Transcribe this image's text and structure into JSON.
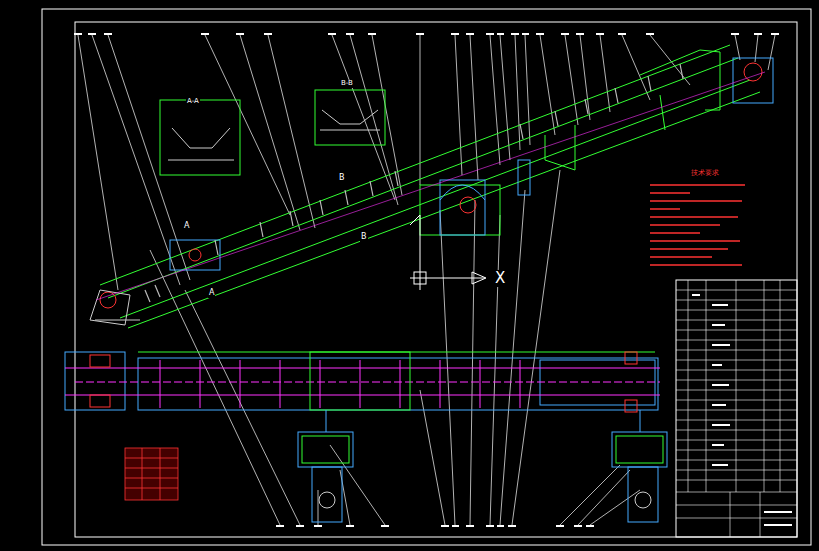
{
  "diagram": {
    "labels": [
      "A-A",
      "B-B",
      "A",
      "A",
      "B",
      "B",
      "X",
      "技术要求"
    ]
  }
}
